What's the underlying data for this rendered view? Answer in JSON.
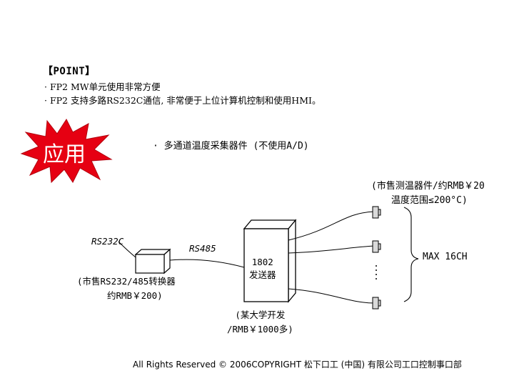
{
  "point": {
    "title": "【POINT】",
    "bullets": [
      "· FP2 MW单元使用非常方便",
      "· FP2 支持多路RS232C通信, 非常便于上位计算机控制和使用HMI。"
    ]
  },
  "app_badge": {
    "label": "应用",
    "color": "#e60012"
  },
  "feature": "· 多通道温度采集器件 (不使用A/D)",
  "sensor_note": [
    "(市售测温器件/约RMB￥20",
    "温度范围≤200°C)"
  ],
  "rs232_label": "RS232C",
  "rs485_label": "RS485",
  "converter_note": [
    "(市售RS232/485转换器",
    "约RMB￥200)"
  ],
  "device": [
    "1802",
    "发送器"
  ],
  "channel_label": "MAX 16CH",
  "dev_note": [
    "(某大学开发",
    "/RMB￥1000多)"
  ],
  "copyright": "All Rights Reserved © 2006COPYRIGHT 松下口工 (中国) 有限公司工口控制事口部"
}
